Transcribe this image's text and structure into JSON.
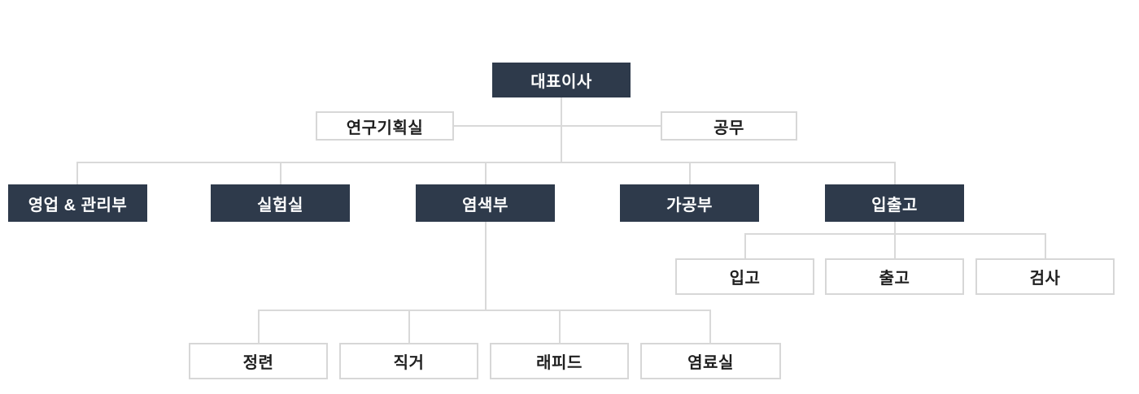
{
  "palette": {
    "background": "#ffffff",
    "dark_box_bg": "#2e3a4b",
    "dark_box_text": "#ffffff",
    "light_box_bg": "#ffffff",
    "light_box_border": "#d7d7d7",
    "light_box_text": "#1f1f1f",
    "connector_line": "#d9d9d9"
  },
  "org": {
    "root": {
      "label": "대표이사"
    },
    "staff": [
      {
        "label": "연구기획실"
      },
      {
        "label": "공무"
      }
    ],
    "departments": [
      {
        "label": "영업 & 관리부",
        "children": []
      },
      {
        "label": "실험실",
        "children": []
      },
      {
        "label": "염색부",
        "children": [
          {
            "label": "정련"
          },
          {
            "label": "직거"
          },
          {
            "label": "래피드"
          },
          {
            "label": "염료실"
          }
        ]
      },
      {
        "label": "가공부",
        "children": []
      },
      {
        "label": "입출고",
        "children": [
          {
            "label": "입고"
          },
          {
            "label": "출고"
          },
          {
            "label": "검사"
          }
        ]
      }
    ]
  }
}
